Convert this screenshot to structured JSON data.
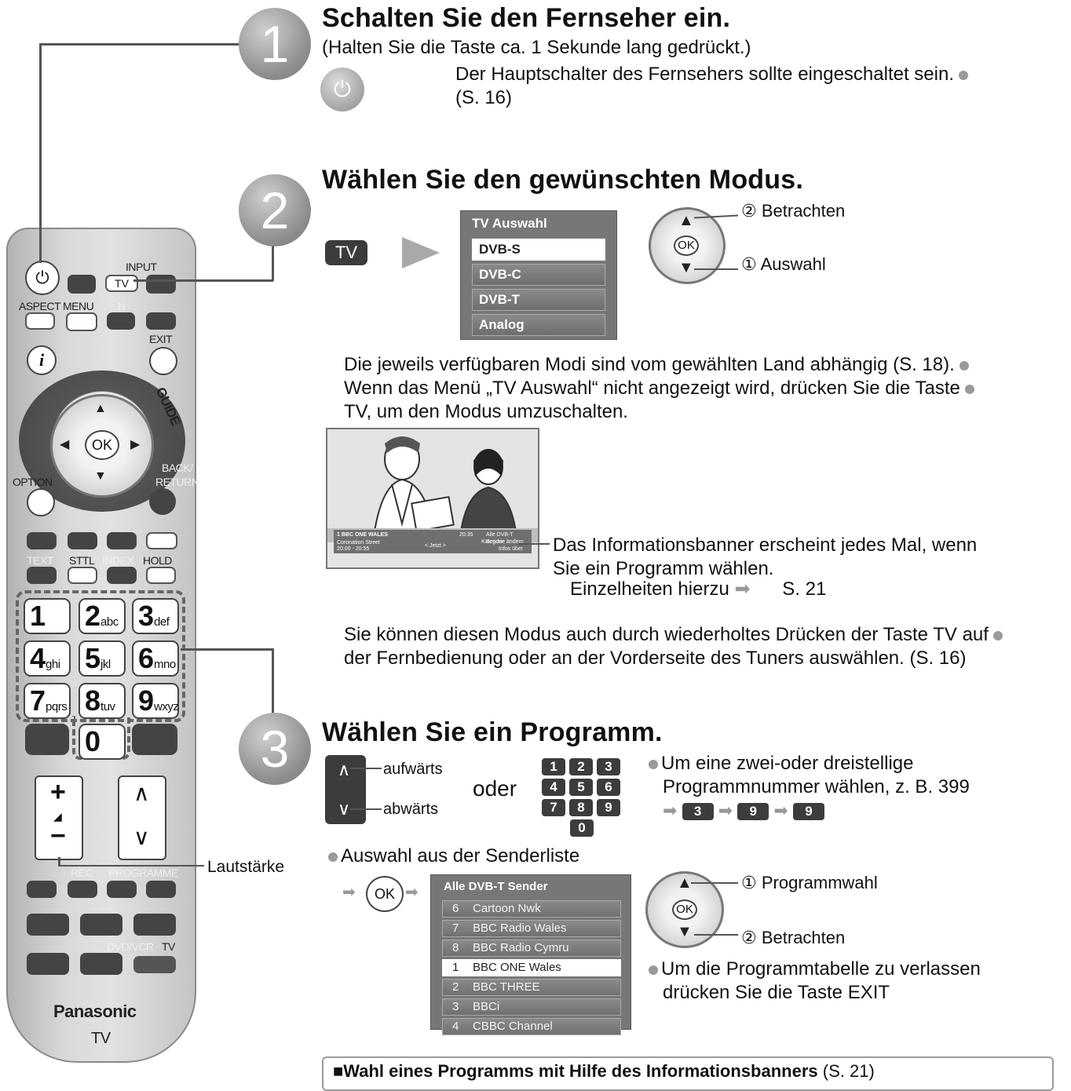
{
  "step1": {
    "number": "1",
    "title": "Schalten Sie den Fernseher ein.",
    "hint": "(Halten Sie die Taste ca. 1 Sekunde lang gedrückt.)",
    "note_line1": "Der Hauptschalter des Fernsehers sollte eingeschaltet sein.",
    "note_line2": "(S. 16)"
  },
  "step2": {
    "number": "2",
    "title": "Wählen Sie den gewünschten Modus.",
    "tv_button": "TV",
    "menu_title": "TV Auswahl",
    "menu_items": [
      "DVB-S",
      "DVB-C",
      "DVB-T",
      "Analog"
    ],
    "label_view": "Betrachten",
    "label_select": "Auswahl",
    "note1": "Die jeweils verfügbaren Modi sind vom gewählten Land abhängig (S. 18).",
    "note2_line1": "Wenn das Menü „TV Auswahl“ nicht angezeigt wird, drücken Sie die Taste",
    "note2_line2": "TV, um den Modus umzuschalten.",
    "banner_line1": "Das Informationsbanner erscheint jedes Mal, wenn",
    "banner_line2": "Sie ein Programm wählen.",
    "details": "Einzelheiten hierzu",
    "details_page": "S. 21",
    "note3_line1": "Sie können diesen Modus auch durch wiederholtes Drücken der Taste TV auf",
    "note3_line2": "der Fernbedienung oder an der Vorderseite des Tuners auswählen. (S. 16)",
    "tv_screen": {
      "channel": "1 BBC ONE WALES",
      "time": "20:35",
      "programme": "Coronation Street",
      "programme_time": "20:00 - 20:55",
      "now": "< Jetzt >",
      "right1": "Alle DVB-T Sender",
      "right2": "Kategorie ändern",
      "right3": "Infos über"
    }
  },
  "step3": {
    "number": "3",
    "title": "Wählen Sie ein Programm.",
    "up": "aufwärts",
    "down": "abwärts",
    "or": "oder",
    "keys": [
      "1",
      "2",
      "3",
      "4",
      "5",
      "6",
      "7",
      "8",
      "9",
      "0"
    ],
    "multi_line1": "Um eine zwei-oder dreistellige",
    "multi_line2": "Programmnummer wählen, z. B. 399",
    "seq": [
      "3",
      "9",
      "9"
    ],
    "list_heading": "Auswahl aus der Senderliste",
    "ok": "OK",
    "list_title": "Alle DVB-T Sender",
    "list_items": [
      {
        "n": "6",
        "name": "Cartoon Nwk"
      },
      {
        "n": "7",
        "name": "BBC Radio Wales"
      },
      {
        "n": "8",
        "name": "BBC Radio Cymru"
      },
      {
        "n": "1",
        "name": "BBC ONE Wales"
      },
      {
        "n": "2",
        "name": "BBC THREE"
      },
      {
        "n": "3",
        "name": "BBCi"
      },
      {
        "n": "4",
        "name": "CBBC Channel"
      }
    ],
    "label_prog": "Programmwahl",
    "label_view": "Betrachten",
    "exit_line1": "Um die Programmtabelle zu verlassen",
    "exit_line2": "drücken Sie die Taste EXIT"
  },
  "remote": {
    "input": "INPUT",
    "tv": "TV",
    "aspect": "ASPECT",
    "menu": "MENU",
    "n": "N",
    "exit": "EXIT",
    "info": "i",
    "guide": "GUIDE",
    "ok": "OK",
    "option": "OPTION",
    "back": "BACK/",
    "return": "RETURN",
    "text": "TEXT",
    "sttl": "STTL",
    "index": "INDEX",
    "hold": "HOLD",
    "numbers": [
      {
        "d": "1",
        "l": ""
      },
      {
        "d": "2",
        "l": "abc"
      },
      {
        "d": "3",
        "l": "def"
      },
      {
        "d": "4",
        "l": "ghi"
      },
      {
        "d": "5",
        "l": "jkl"
      },
      {
        "d": "6",
        "l": "mno"
      },
      {
        "d": "7",
        "l": "pqrs"
      },
      {
        "d": "8",
        "l": "tuv"
      },
      {
        "d": "9",
        "l": "wxyz"
      }
    ],
    "zero": "0",
    "plus": "+",
    "minus": "−",
    "up": "∧",
    "down": "∨",
    "rec": "REC",
    "programme": "PROGRAMME",
    "dvdvcr": "DVD/VCR",
    "tv2": "TV",
    "brand": "Panasonic",
    "model": "TV",
    "volume_label": "Lautstärke"
  },
  "bottom_heading": "Wahl eines Programms mit Hilfe des Informationsbanners",
  "bottom_page": "(S. 21)"
}
